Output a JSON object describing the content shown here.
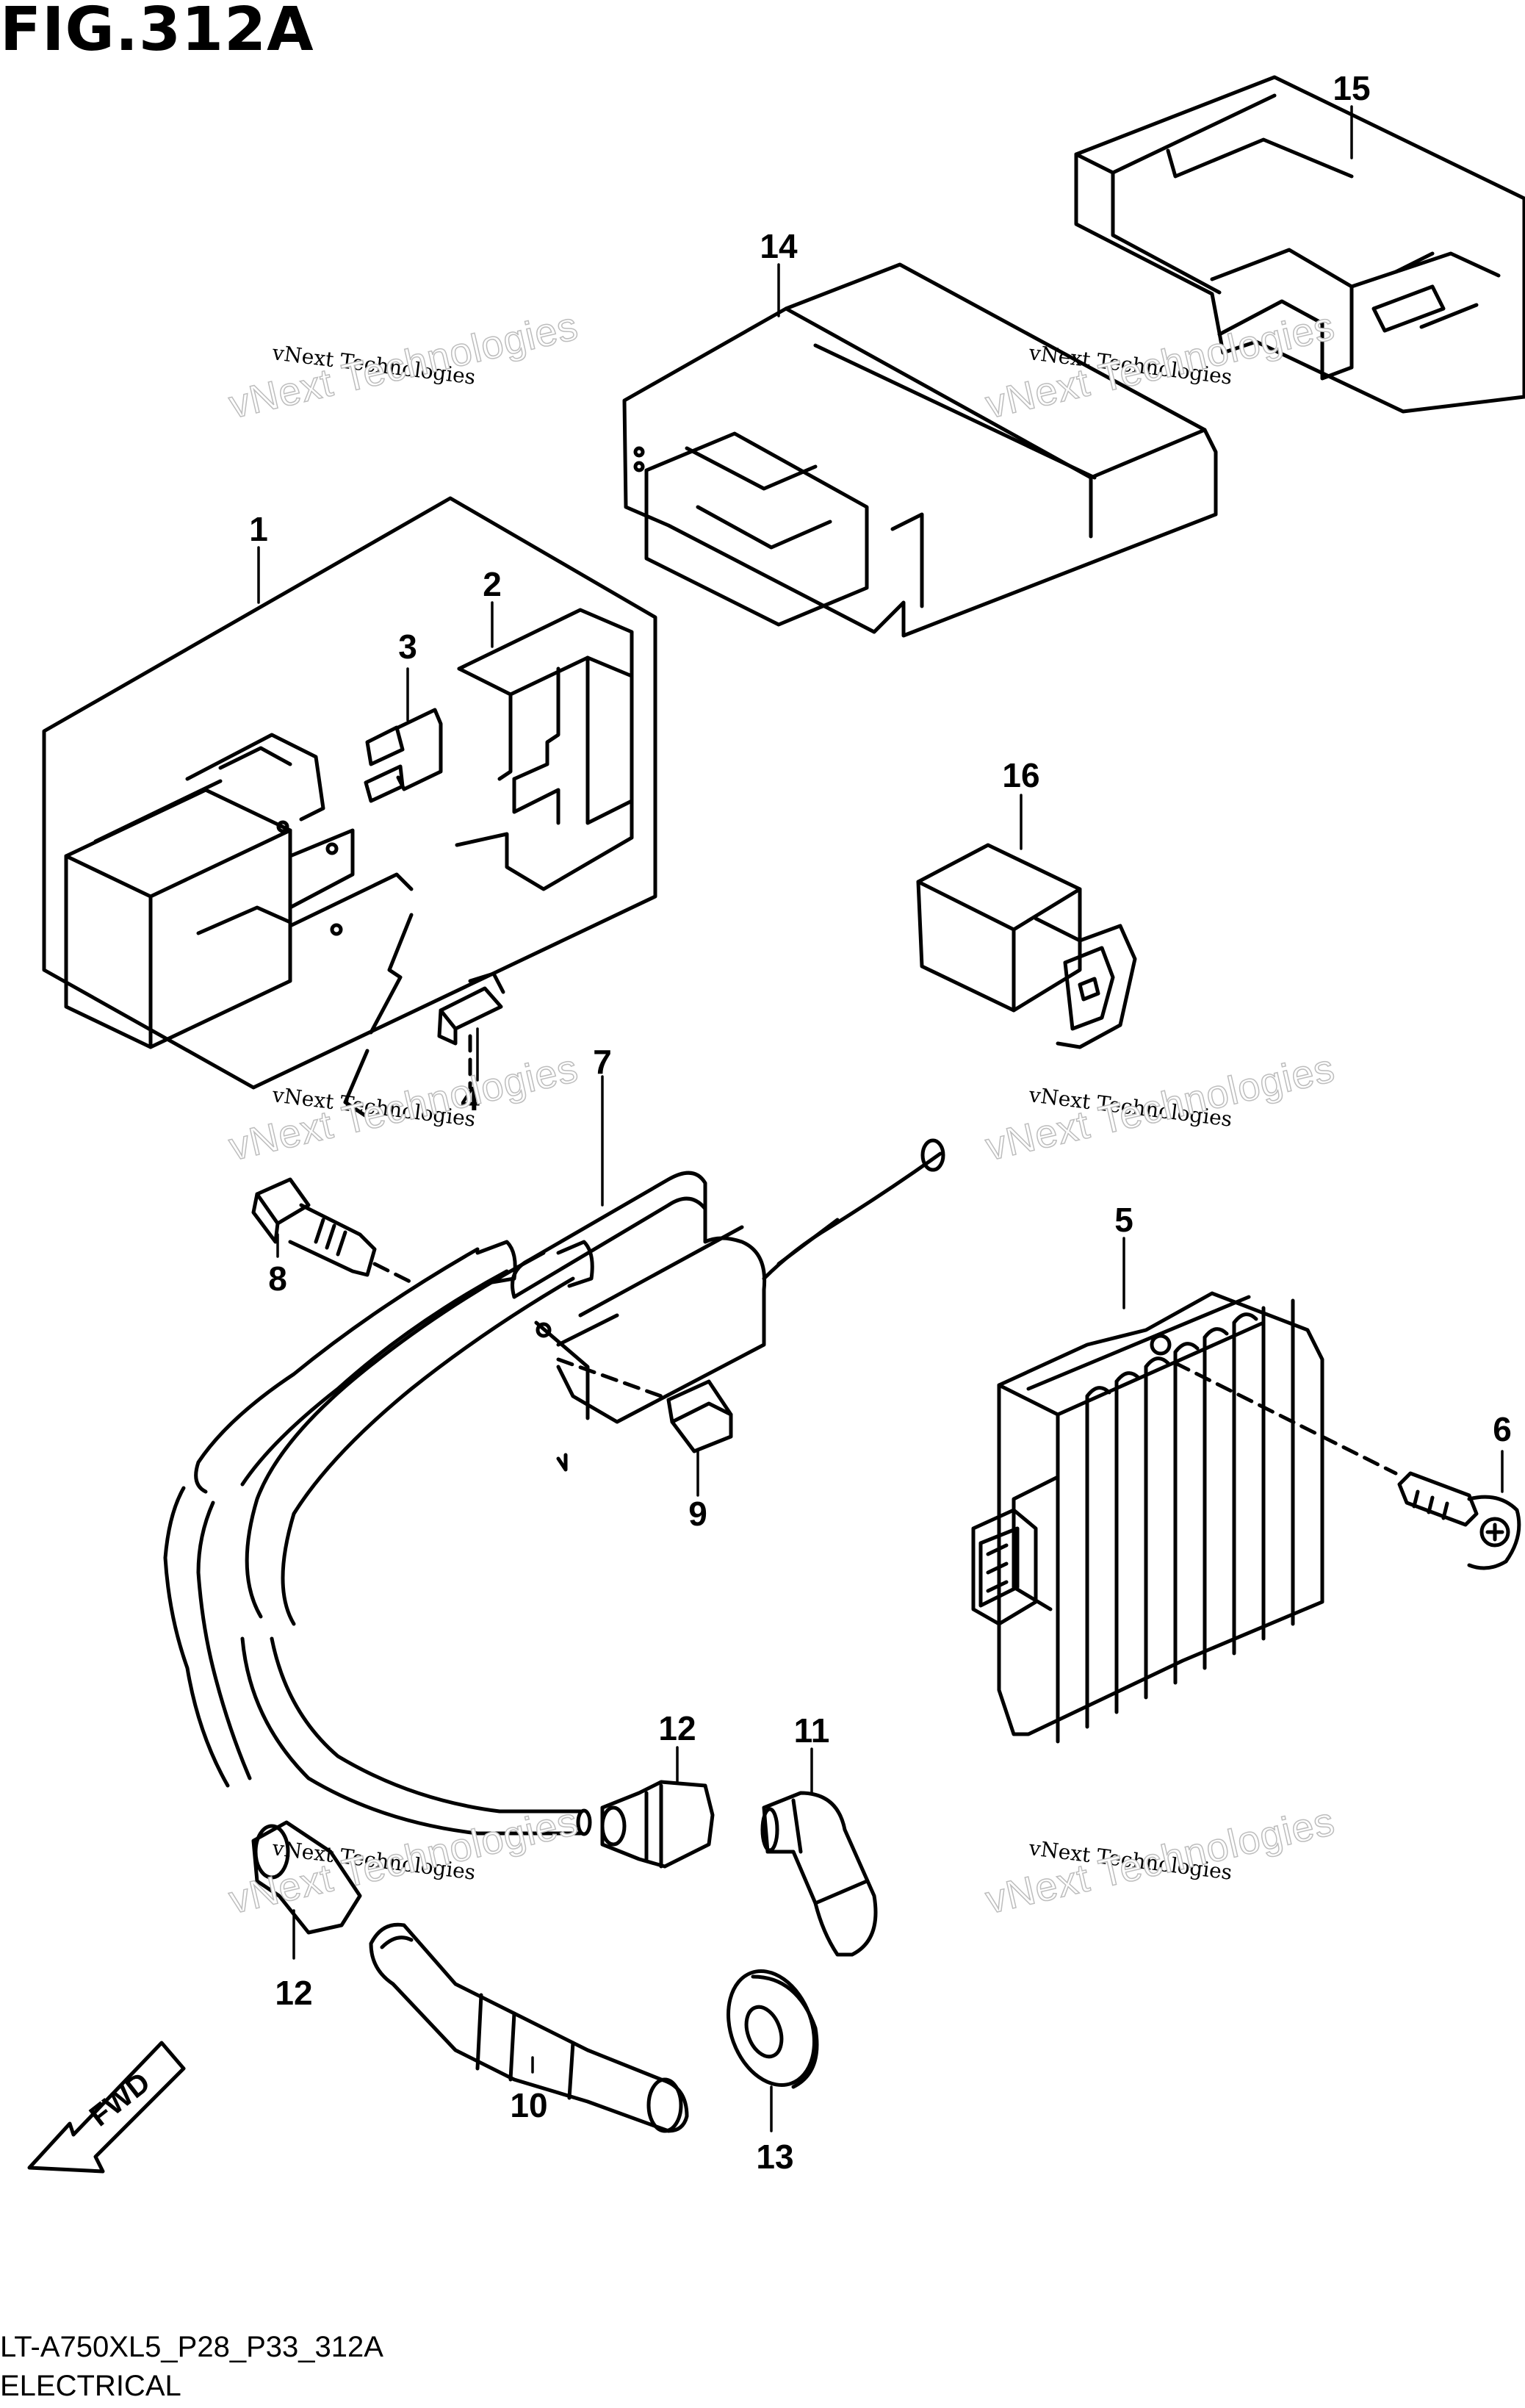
{
  "figure_title": "FIG.312A",
  "callouts": [
    {
      "id": "1",
      "label": "1"
    },
    {
      "id": "2",
      "label": "2"
    },
    {
      "id": "3",
      "label": "3"
    },
    {
      "id": "4",
      "label": "4"
    },
    {
      "id": "5",
      "label": "5"
    },
    {
      "id": "6",
      "label": "6"
    },
    {
      "id": "7",
      "label": "7"
    },
    {
      "id": "8",
      "label": "8"
    },
    {
      "id": "9",
      "label": "9"
    },
    {
      "id": "10",
      "label": "10"
    },
    {
      "id": "11",
      "label": "11"
    },
    {
      "id": "12a",
      "label": "12"
    },
    {
      "id": "12b",
      "label": "12"
    },
    {
      "id": "13",
      "label": "13"
    },
    {
      "id": "14",
      "label": "14"
    },
    {
      "id": "15",
      "label": "15"
    },
    {
      "id": "16",
      "label": "16"
    }
  ],
  "watermark": {
    "line1": "vNext Technologies",
    "line2": "vNext Technologies"
  },
  "fwd_label": "FWD",
  "footer": {
    "model_code": "LT-A750XL5_P28_P33_312A",
    "section": "ELECTRICAL"
  },
  "colors": {
    "ink": "#000000",
    "watermark_outline": "#bdbdbd",
    "background": "#ffffff"
  }
}
